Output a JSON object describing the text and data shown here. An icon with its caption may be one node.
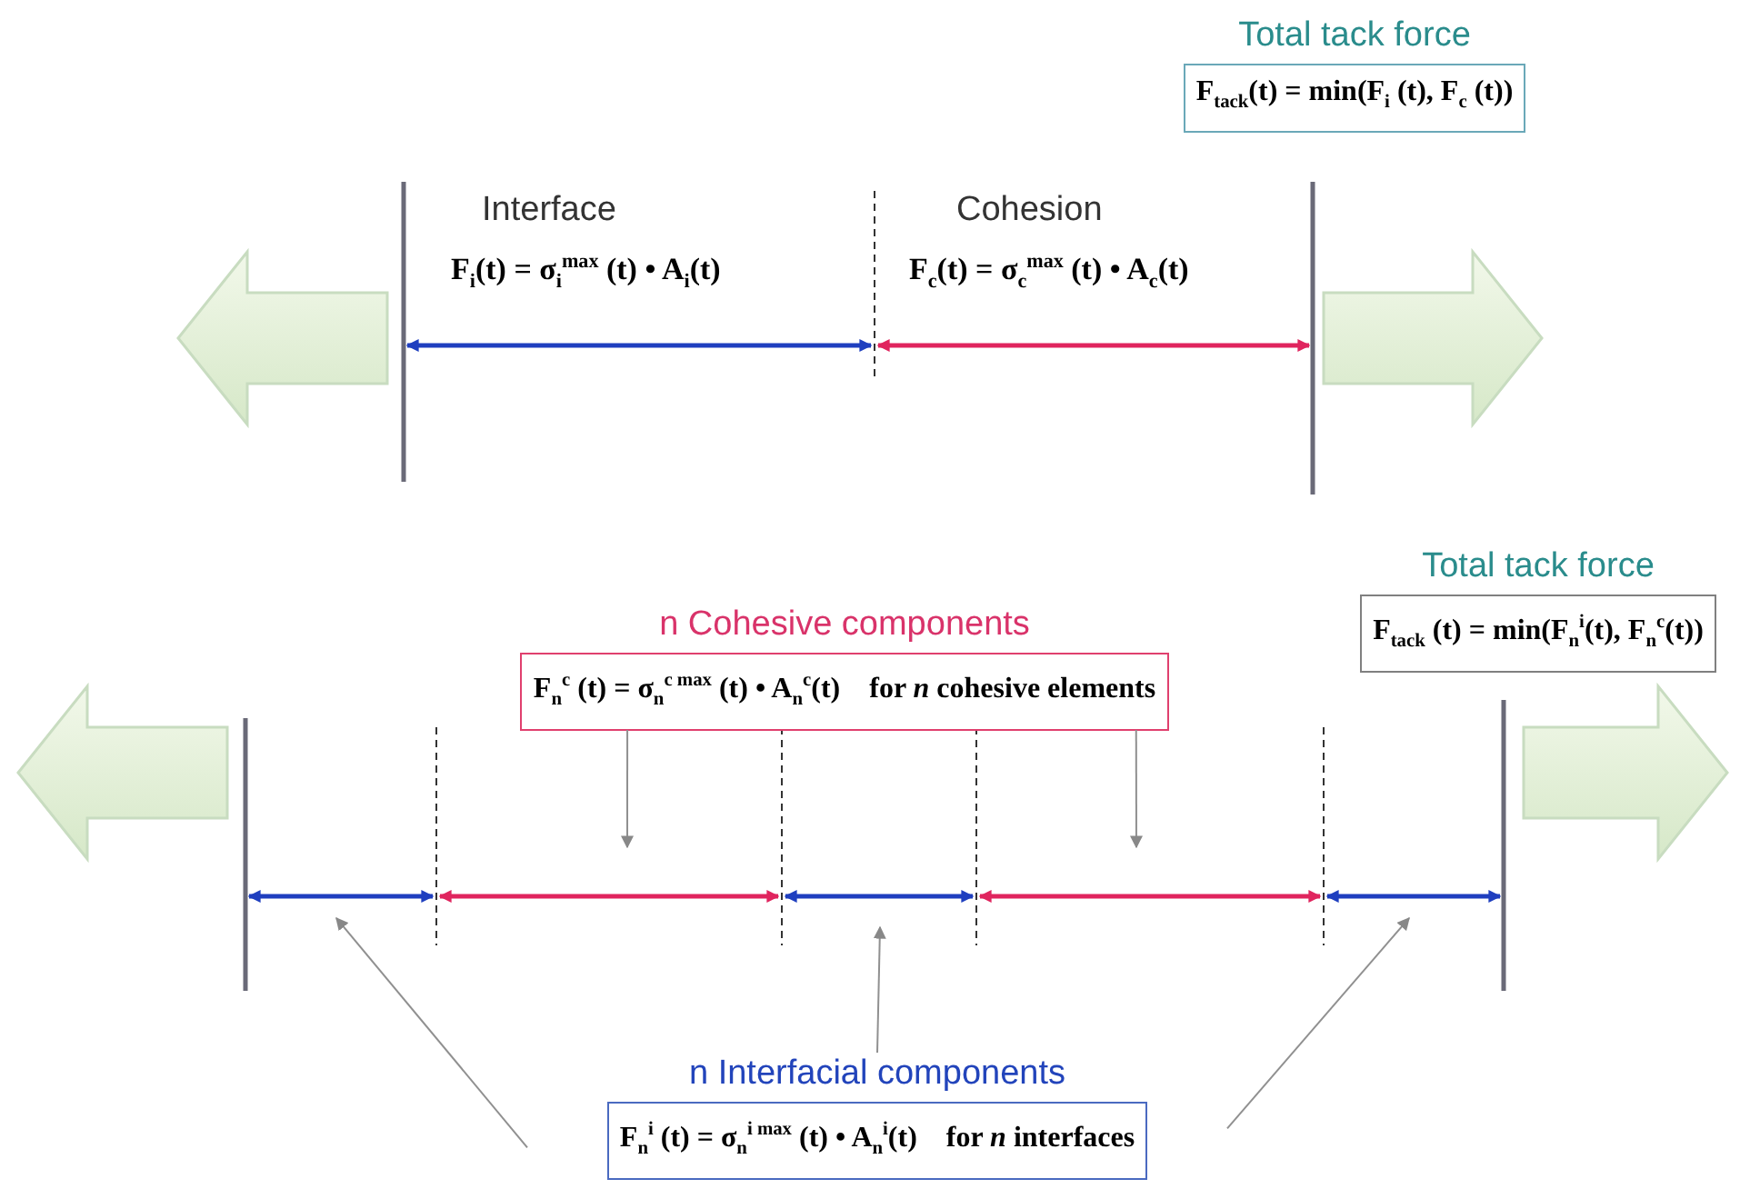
{
  "diagram": {
    "nodes": [
      {
        "text": [
          "Total tack force",
          "F$_{tack}$(t) = min(F$_{i}$ (t), F$_{c}$ (t))"
        ]
      },
      {
        "text": [
          "Total tack force",
          "F$_{tack}$ (t) = min(F$_{n}$$^{i}$(t), F$_{n}$$^{c}$(t))"
        ]
      },
      {
        "text": [
          "n Cohesive components",
          "F$_{n}$$^{c}$ (t) = σ$_{n}$$^{c max}$ (t) • A$_{n}$$^{c}$(t)    for *n* cohesive elements"
        ]
      },
      {
        "text": [
          "n Interfacial components",
          "F$_{n}$$^{i}$ (t) = σ$_{n}$$^{i max}$ (t) • A$_{n}$$^{i}$(t)    for *n* interfaces"
        ]
      }
    ],
    "edges": [
      {
        "from": 2,
        "to": null,
        "arrow": "to"
      },
      {
        "from": 2,
        "to": null,
        "arrow": "to"
      },
      {
        "from": 3,
        "to": null,
        "arrow": "to"
      },
      {
        "from": 3,
        "to": null,
        "arrow": "to"
      },
      {
        "from": 3,
        "to": null,
        "arrow": "to"
      }
    ],
    "labels": [
      "Interface",
      "F$_{i}$(t) = σ$_{i}$$^{max}$ (t) • A$_{i}$(t)",
      "Cohesion",
      "F$_{c}$(t) = σ$_{c}$$^{max}$ (t) • A$_{c}$(t)"
    ]
  }
}
